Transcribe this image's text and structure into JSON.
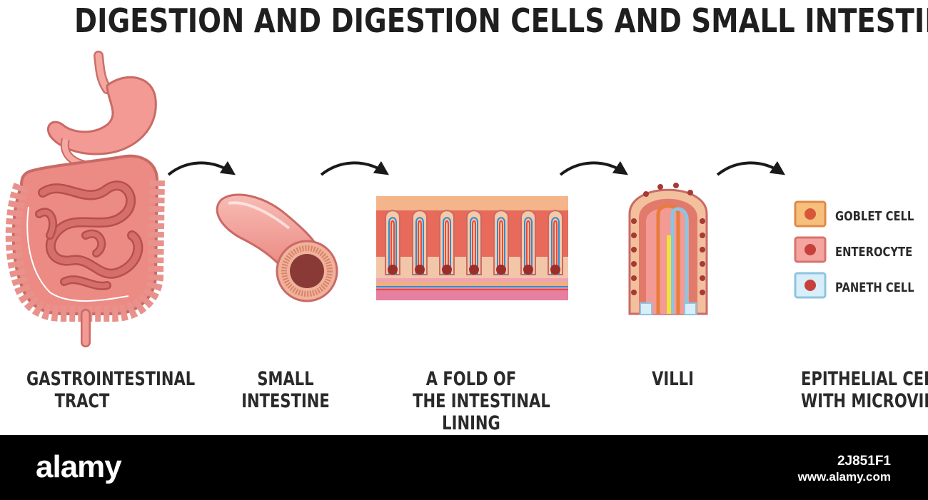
{
  "title": "DIGESTION AND DIGESTION CELLS AND SMALL INTESTINE",
  "steps": [
    {
      "label_lines": [
        "GASTROINTESTINAL",
        "TRACT"
      ],
      "icon": "gastrointestinal-tract-illustration"
    },
    {
      "label_lines": [
        "SMALL",
        "INTESTINE"
      ],
      "icon": "small-intestine-illustration"
    },
    {
      "label_lines": [
        "A FOLD OF",
        "THE INTESTINAL",
        "LINING"
      ],
      "icon": "intestinal-lining-fold-illustration"
    },
    {
      "label_lines": [
        "VILLI"
      ],
      "icon": "villus-illustration"
    },
    {
      "label_lines": [
        "EPITHELIAL CELL",
        "WITH MICROVILLI"
      ],
      "icon": "epithelial-cell-legend"
    }
  ],
  "legend": [
    {
      "label": "GOBLET CELL",
      "fill": "#f6c07c",
      "border": "#e0894a",
      "nucleus": "#d8573a"
    },
    {
      "label": "ENTEROCYTE",
      "fill": "#f4a5a0",
      "border": "#d9736e",
      "nucleus": "#c7403b"
    },
    {
      "label": "PANETH CELL",
      "fill": "#d9eef8",
      "border": "#8cc5e2",
      "nucleus": "#c7403b"
    }
  ],
  "colors": {
    "organ_pink": "#f29a93",
    "organ_dark": "#c96a66",
    "arrow": "#1a1a1a",
    "footer_bg": "#000000"
  },
  "footer": {
    "brand": "alamy",
    "image_id": "2J851F1",
    "site": "www.alamy.com"
  }
}
